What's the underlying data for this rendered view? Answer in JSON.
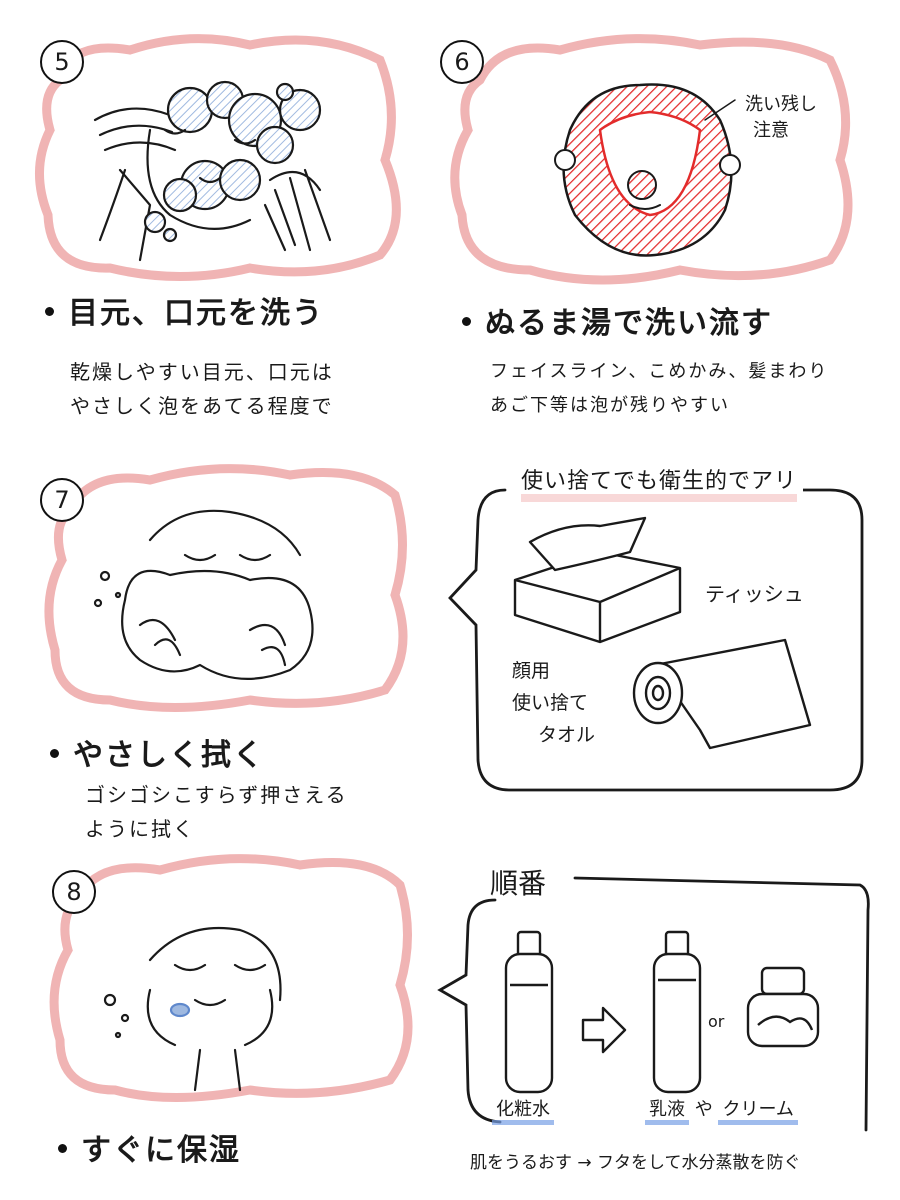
{
  "colors": {
    "cloud_border": "#f0b4b4",
    "heading_highlight": "#f0a8a8",
    "red_marking": "#e32b2b",
    "blue_shade": "#9fb9e0",
    "ink": "#1a1a1a"
  },
  "steps": [
    {
      "number": "5",
      "heading": "目元、口元を洗う",
      "description_lines": [
        "乾燥しやすい目元、口元は",
        "やさしく泡をあてる程度で"
      ]
    },
    {
      "number": "6",
      "heading": "ぬるま湯で洗い流す",
      "annotation_lines": [
        "洗い残し",
        "注意"
      ],
      "description_lines": [
        "フェイスライン、こめかみ、髪まわり",
        "あご下等は泡が残りやすい"
      ]
    },
    {
      "number": "7",
      "heading": "やさしく拭く",
      "description_lines": [
        "ゴシゴシこすらず押さえる",
        "ように拭く"
      ]
    },
    {
      "number": "8",
      "heading": "すぐに保湿"
    }
  ],
  "towel_tip": {
    "title": "使い捨てでも衛生的でアリ",
    "tissue_label": "ティッシュ",
    "towel_label_lines": [
      "顔用",
      "使い捨て",
      "タオル"
    ]
  },
  "order_panel": {
    "title": "順番",
    "item1_label": "化粧水",
    "item2_label": "乳液",
    "item2_connector": "や",
    "item3_label": "クリーム",
    "or_label": "or",
    "footer": "肌をうるおす → フタをして水分蒸散を防ぐ"
  }
}
